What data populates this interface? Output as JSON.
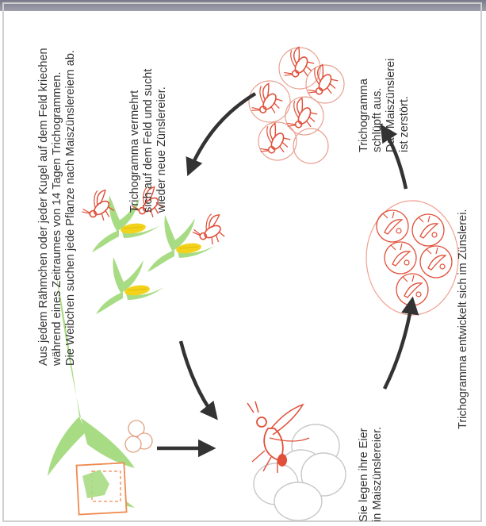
{
  "captions": {
    "release": [
      "Aus jedem Rähmchen oder jeder Kugel auf dem Feld kriechen",
      "während eines Zeitraumes von 14 Tagen Trichogrammen.",
      "Die Weibchen suchen jede Pflanze nach Maiszünslereiern ab."
    ],
    "multiply": [
      "Trichogramma vermehrt",
      "sich auf dem Feld und sucht",
      "wieder neue Zünslereier."
    ],
    "hatch": [
      "Trichogramma",
      "schlüpft aus.",
      "Das Maiszünslerei",
      "ist zerstört."
    ],
    "lay": [
      "Sie legen ihre Eier",
      "in Maiszünslereier."
    ],
    "develop": "Trichogramma entwickelt sich im Zünslerei."
  },
  "colors": {
    "wasp": "#e0503a",
    "leaf": "#a8dc84",
    "cob": "#f2d21a",
    "arrow": "#333333",
    "egg_outline": "#c8c8c8"
  }
}
